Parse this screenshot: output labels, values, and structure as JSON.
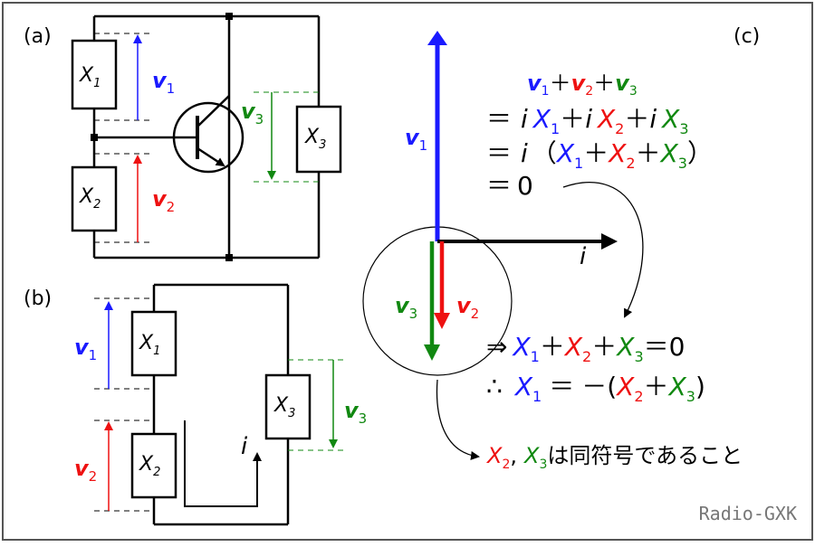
{
  "panels": {
    "a": "(a)",
    "b": "(b)",
    "c": "(c)"
  },
  "symbols": {
    "X": "X",
    "v": "v",
    "i": "i",
    "sub1": "1",
    "sub2": "2",
    "sub3": "3",
    "plus": "＋",
    "eq": "＝",
    "zero": "0",
    "lparen": "（",
    "rparen": "）",
    "implies": "⇒",
    "therefore": "∴",
    "minus": "－",
    "comma": ","
  },
  "equations": {
    "conclusion_suffix": "は同符号であること"
  },
  "watermark": "Radio-GXK",
  "colors": {
    "blue": "#1a1aff",
    "red": "#ee1111",
    "green": "#118811",
    "black": "#000000",
    "gray": "#777777"
  }
}
